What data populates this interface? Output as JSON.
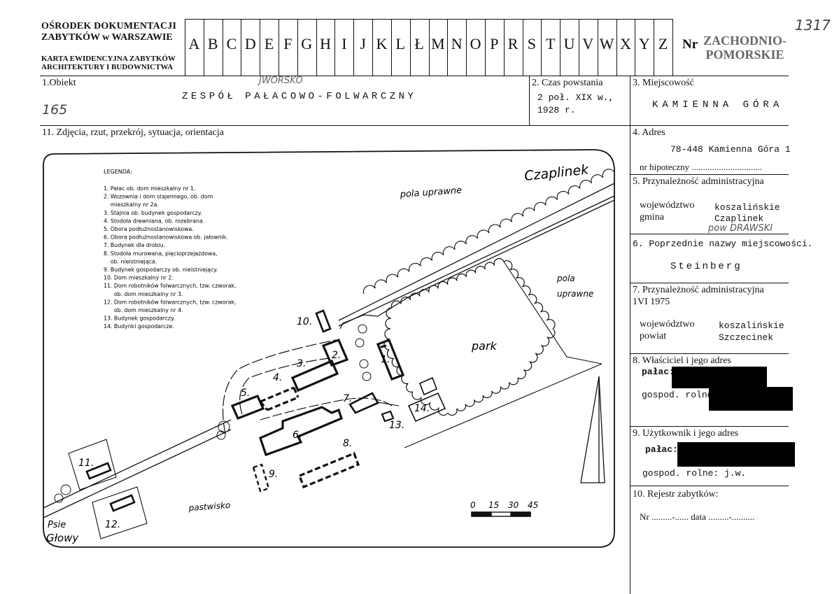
{
  "header": {
    "org_line1": "OŚRODEK DOKUMENTACJI",
    "org_line2": "ZABYTKÓW w WARSZAWIE",
    "card_line1": "KARTA EWIDENCYJNA ZABYTKÓW",
    "card_line2": "ARCHITEKTURY I BUDOWNICTWA",
    "letters": [
      "A",
      "B",
      "C",
      "D",
      "E",
      "F",
      "G",
      "H",
      "I",
      "J",
      "K",
      "L",
      "Ł",
      "M",
      "N",
      "O",
      "P",
      "R",
      "S",
      "T",
      "U",
      "V",
      "W",
      "X",
      "Y",
      "Z"
    ],
    "nr_label": "Nr",
    "stamp_line1": "ZACHODNIO-",
    "stamp_line2": "POMORSKIE",
    "handwritten_number": "1317"
  },
  "field1": {
    "label": "1.Obiekt",
    "value": "ZESPÓŁ PAŁACOWO-FOLWARCZNY",
    "handwritten_note": "JWORSKO",
    "margin_number": "165"
  },
  "field2": {
    "label": "2. Czas powstania",
    "value_line1": "2 poł. XIX w.,",
    "value_line2": "1928 r."
  },
  "field3": {
    "label": "3. Miejscowość",
    "value": "KAMIENNA GÓRA"
  },
  "field11": {
    "label": "11. Zdjęcia, rzut, przekrój, sytuacja, orientacja"
  },
  "field4": {
    "label": "4. Adres",
    "value": "78-448 Kamienna Góra 1",
    "mortgage_label": "nr hipoteczny ..............................."
  },
  "field5": {
    "label": "5. Przynależność administracyjna",
    "voivodeship_label": "województwo",
    "voivodeship_value": "koszalińskie",
    "commune_label": "gmina",
    "commune_value": "Czaplinek",
    "handwritten_note": "pow DRAWSKI"
  },
  "field6": {
    "label": "6. Poprzednie nazwy miejscowości.",
    "value": "Steinberg"
  },
  "field7": {
    "label_line1": "7. Przynależność administracyjna",
    "label_line2": "1VI 1975",
    "voivodeship_label": "województwo",
    "voivodeship_value": "koszalińskie",
    "county_label": "powiat",
    "county_value": "Szczecinek"
  },
  "field8": {
    "label": "8. Właściciel i jego adres",
    "palace_label": "pałac:",
    "farm_label": "gospod. rolne:"
  },
  "field9": {
    "label": "9. Użytkownik i jego adres",
    "palace_label": "pałac:",
    "farm_label": "gospod. rolne: j.w."
  },
  "field10": {
    "label": "10. Rejestr zabytków:",
    "nr_line": "Nr .........-...... data .........-.........."
  },
  "map": {
    "legend_title": "LEGENDA:",
    "legend": [
      "1. Pałac ob. dom mieszkalny nr 1.",
      "2. Wozownia i dom stajennego, ob. dom",
      "    mieszkalny nr 2a.",
      "3. Stajnia ob. budynek gospodarczy.",
      "4. Stodoła drewniana, ob. rozebrana.",
      "5. Obora podłużnostanowiskowa.",
      "6. Obora podłużnostanowiskowa ob. jałownik.",
      "7. Budynek dla drobiu.",
      "8. Stodoła murowana, pięcioprzejazdowa,",
      "    ob. nieistniejąca.",
      "9. Budynek gospodarczy ob. nieistniejący.",
      "10. Dom mieszkalny nr 2.",
      "11. Dom robotników folwarcznych, tzw. czworak,",
      "      ob. dom mieszkalny nr 3.",
      "12. Dom robotników folwarcznych, tzw. czworak,",
      "      ob. dom mieszkalny nr 4.",
      "13. Budynek gospodarczy.",
      "14. Budynki gospodarcze."
    ],
    "label_czaplinek": "Czaplinek",
    "label_pola_uprawne_1": "pola uprawne",
    "label_pola": "pola",
    "label_uprawne": "uprawne",
    "label_park": "park",
    "label_pastwisko": "pastwisko",
    "label_psie": "Psie",
    "label_glowy": "Głowy",
    "scale_labels": [
      "0",
      "15",
      "30",
      "45"
    ],
    "building_numbers": [
      "1.",
      "2.",
      "3.",
      "4.",
      "5.",
      "6.",
      "7.",
      "8.",
      "9.",
      "10.",
      "11.",
      "12.",
      "13.",
      "14."
    ]
  }
}
